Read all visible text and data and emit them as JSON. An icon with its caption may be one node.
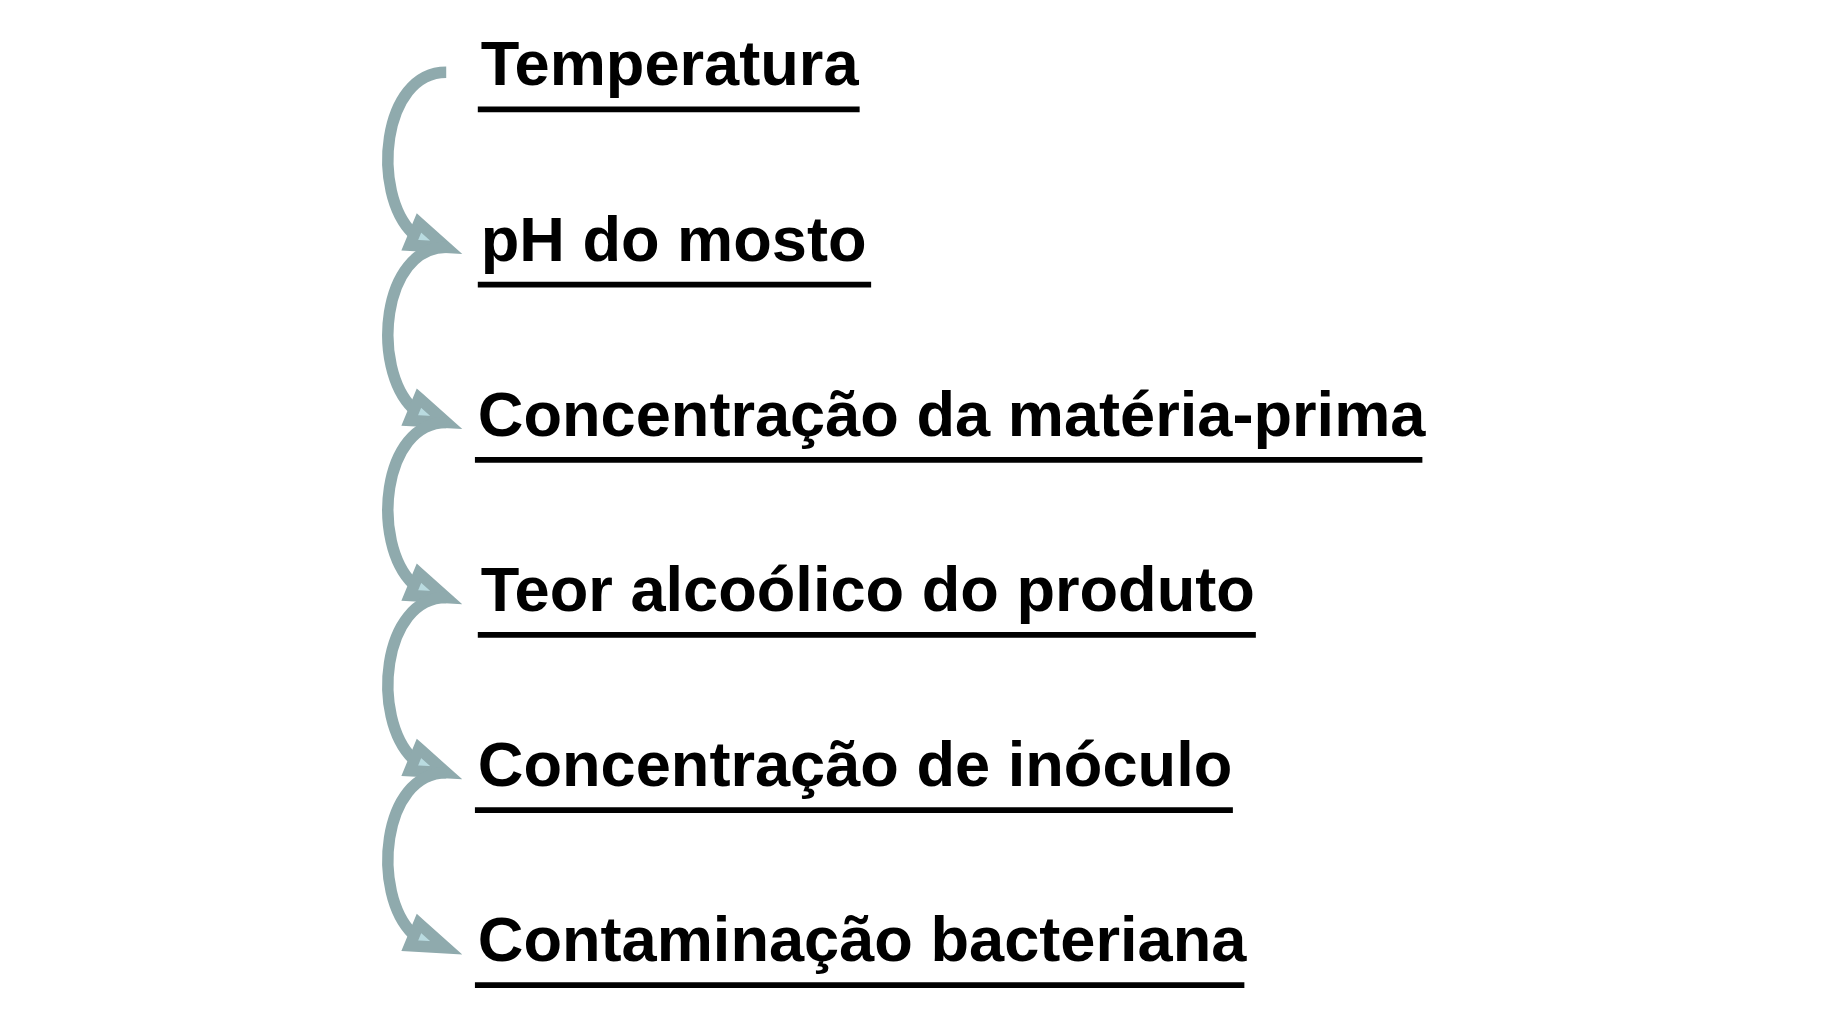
{
  "diagram": {
    "nodes": [
      {
        "text": [
          "Temperatura"
        ]
      },
      {
        "text": [
          "pH do mosto"
        ]
      },
      {
        "text": [
          "Concentração da matéria-prima"
        ]
      },
      {
        "text": [
          "Teor alcoólico do produto"
        ]
      },
      {
        "text": [
          "Concentração de inóculo"
        ]
      },
      {
        "text": [
          "Contaminação bacteriana"
        ]
      }
    ],
    "edges": [
      {
        "from": 0,
        "to": 1,
        "arrow": "to"
      },
      {
        "from": 1,
        "to": 2,
        "arrow": "to"
      },
      {
        "from": 2,
        "to": 3,
        "arrow": "to"
      },
      {
        "from": 3,
        "to": 4,
        "arrow": "to"
      },
      {
        "from": 4,
        "to": 5,
        "arrow": "to"
      }
    ]
  }
}
